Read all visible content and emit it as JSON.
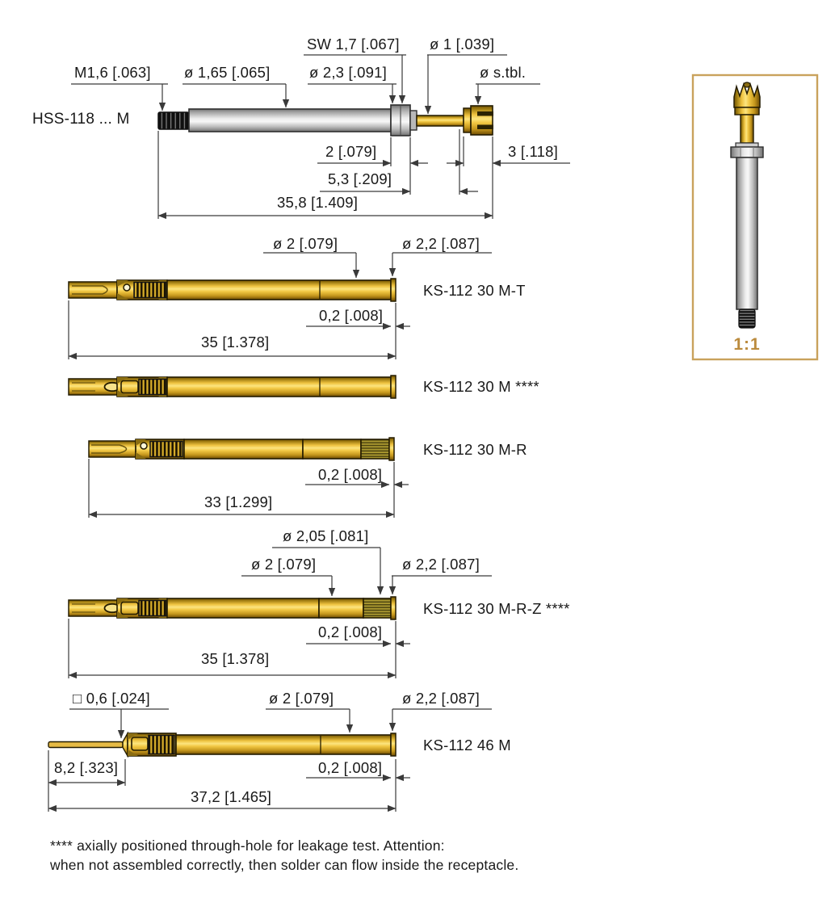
{
  "receptacle": {
    "part_number": "HSS-118 ... M",
    "dim_sw17": "SW 1,7 [.067]",
    "dim_d1": "ø 1 [.039]",
    "dim_m16": "M1,6 [.063]",
    "dim_d165": "ø 1,65 [.065]",
    "dim_d23": "ø 2,3 [.091]",
    "dim_dstbl": "ø s.tbl.",
    "dim_2": "2 [.079]",
    "dim_3": "3 [.118]",
    "dim_53": "5,3 [.209]",
    "dim_total": "35,8 [1.409]"
  },
  "probes": [
    {
      "part_number": "KS-112 30 M-T",
      "dim_d2": "ø 2 [.079]",
      "dim_d22": "ø 2,2 [.087]",
      "dim_02": "0,2 [.008]",
      "dim_total": "35 [1.378]"
    },
    {
      "part_number": "KS-112 30 M ****"
    },
    {
      "part_number": "KS-112 30 M-R",
      "dim_02": "0,2 [.008]",
      "dim_total": "33 [1.299]"
    },
    {
      "part_number": "KS-112 30 M-R-Z ****",
      "dim_d205": "ø 2,05 [.081]",
      "dim_d2": "ø 2 [.079]",
      "dim_d22": "ø 2,2 [.087]",
      "dim_02": "0,2 [.008]",
      "dim_total": "35 [1.378]"
    },
    {
      "part_number": "KS-112 46 M",
      "dim_sq06": "□ 0,6 [.024]",
      "dim_d2": "ø 2 [.079]",
      "dim_d22": "ø 2,2 [.087]",
      "dim_82": "8,2 [.323]",
      "dim_02": "0,2 [.008]",
      "dim_total": "37,2 [1.465]"
    }
  ],
  "scale_box": {
    "label": "1:1"
  },
  "footnote": {
    "line1": "**** axially positioned through-hole for leakage test. Attention:",
    "line2": "when not assembled correctly, then solder can flow inside the receptacle."
  },
  "colors": {
    "gold": "#e9b33c",
    "silver": "#d9d9d9",
    "line": "#3a3a3a",
    "box_border": "#c9a25c",
    "scale_accent": "#bb8b3e"
  }
}
